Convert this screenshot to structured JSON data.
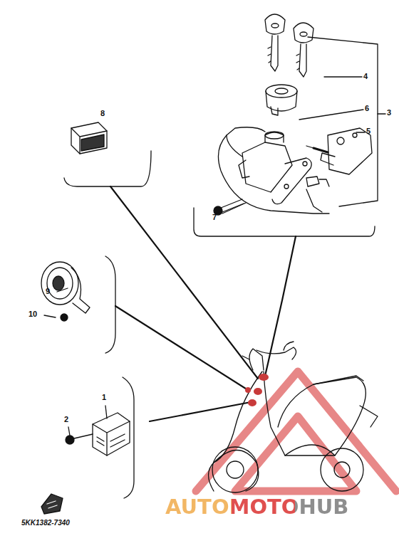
{
  "diagram": {
    "labels": [
      "8",
      "4",
      "6",
      "3",
      "5",
      "7",
      "9",
      "10",
      "1",
      "2",
      "5KK1382-7340",
      "AUTOMOTOHUB"
    ]
  }
}
